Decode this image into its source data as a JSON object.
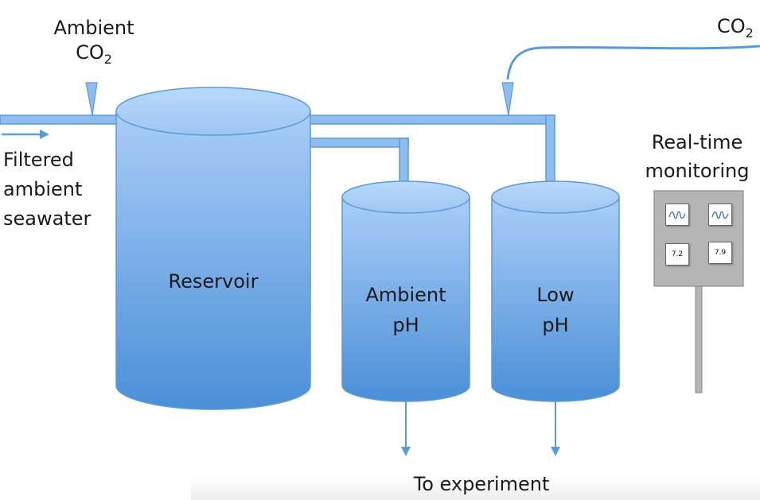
{
  "labels": {
    "ambient_co2_line1": "Ambient",
    "ambient_co2_main": "CO",
    "ambient_co2_sub": "2",
    "co2_main": "CO",
    "co2_sub": "2",
    "filtered_line1": "Filtered",
    "filtered_line2": "ambient",
    "filtered_line3": "seawater",
    "reservoir": "Reservoir",
    "ambient_ph_line1": "Ambient",
    "ambient_ph_line2": "pH",
    "low_ph_line1": "Low",
    "low_ph_line2": "pH",
    "realtime_line1": "Real-time",
    "realtime_line2": "monitoring",
    "to_experiment": "To experiment"
  },
  "monitor": {
    "reading_left": "7.2",
    "reading_right": "7.9",
    "wave_icon": "waveform-icon"
  },
  "colors": {
    "tank_top": "#a9cdf7",
    "tank_bottom": "#4b8fd8",
    "pipe": "#5b9bd5",
    "panel": "#b5b5b5"
  }
}
